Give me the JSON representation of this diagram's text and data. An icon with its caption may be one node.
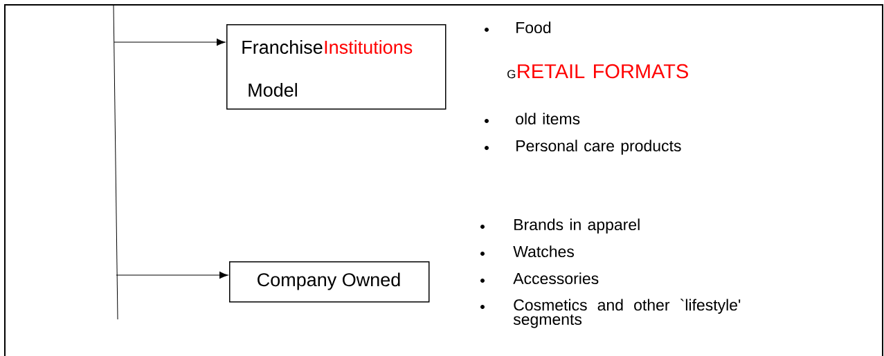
{
  "diagram": {
    "nodes": [
      {
        "text": [
          "Franchise",
          "Institutions",
          "Model"
        ]
      },
      {
        "text": [
          "Company Owned"
        ]
      }
    ],
    "edges": [
      {
        "from": null,
        "to": 0,
        "arrow": "to"
      },
      {
        "from": null,
        "to": 1,
        "arrow": "to"
      }
    ],
    "labels": [
      "Food",
      "G",
      "RETAIL FORMATS",
      "old items",
      "Personal care products",
      "Brands in apparel",
      "Watches",
      "Accessories",
      "Cosmetics and other `lifestyle' segments"
    ]
  }
}
